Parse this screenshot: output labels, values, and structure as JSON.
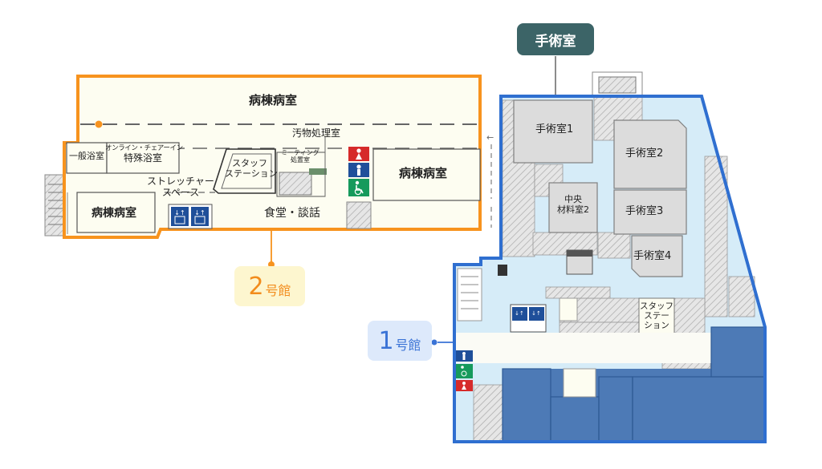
{
  "callouts": {
    "surgery": "手術室",
    "building2_num": "2",
    "building2_suffix": "号館",
    "building1_num": "1",
    "building1_suffix": "号館"
  },
  "building2": {
    "ward_top": "病棟病室",
    "general_bath": "一般浴室",
    "online_bath_line1": "オンライン・チェアーイン",
    "online_bath_line2": "特殊浴室",
    "ward_left": "病棟病室",
    "stretcher_space_line1": "ストレッチャー",
    "stretcher_space_line2": "スペース",
    "waste_room": "汚物処理室",
    "staff_station_line1": "スタッフ",
    "staff_station_line2": "ステーション",
    "meeting_line1": "ミーティング",
    "meeting_line2": "処置室",
    "dining": "食堂・談話",
    "ward_right": "病棟病室"
  },
  "building1": {
    "or1": "手術室1",
    "or2": "手術室2",
    "or3": "手術室3",
    "or4": "手術室4",
    "central_line1": "中央",
    "central_line2": "材料室2",
    "staff_station_line1": "スタッフ",
    "staff_station_line2": "ステー",
    "staff_station_line3": "ション"
  },
  "colors": {
    "building2_border": "#f7931e",
    "building2_fill": "#fdfdf1",
    "building1_border": "#2f6fd0",
    "building1_fill": "#d6ecf8",
    "building1_dark": "#4d7ab6",
    "surgery_callout_bg": "#3c6467",
    "b2_callout_bg": "#fdf6cf",
    "b2_callout_text": "#f28c1c",
    "b1_callout_bg": "#dde9fb",
    "b1_callout_text": "#3a73d6",
    "room_gray": "#dcdcdc",
    "room_border": "#7f7f7f"
  },
  "icons": [
    "elevator-icon",
    "male-restroom-icon",
    "female-restroom-icon",
    "accessible-restroom-icon"
  ]
}
